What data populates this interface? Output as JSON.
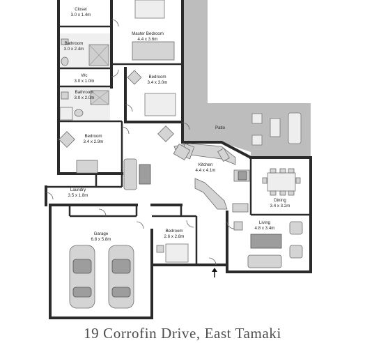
{
  "rooms": {
    "closet": {
      "name": "Closet",
      "dims": "3.0 x 1.4m"
    },
    "master_bedroom": {
      "name": "Master Bedroom",
      "dims": "4.4 x 3.6m"
    },
    "bathroom_1": {
      "name": "Bathroom",
      "dims": "3.0 x 2.4m"
    },
    "wc": {
      "name": "Wc",
      "dims": "3.0 x 1.0m"
    },
    "bedroom_2": {
      "name": "Bedroom",
      "dims": "3.4 x 3.0m"
    },
    "bathroom_2": {
      "name": "Bathroom",
      "dims": "3.0 x 2.0m"
    },
    "patio": {
      "name": "Patio",
      "dims": ""
    },
    "bedroom_3": {
      "name": "Bedroom",
      "dims": "3.4 x 2.9m"
    },
    "kitchen": {
      "name": "Kitchen",
      "dims": "4.4 x 4.1m"
    },
    "laundry": {
      "name": "Laundry",
      "dims": "3.5 x 1.8m"
    },
    "dining": {
      "name": "Dining",
      "dims": "3.4 x 3.2m"
    },
    "garage": {
      "name": "Garage",
      "dims": "6.8 x 5.8m"
    },
    "bedroom_4": {
      "name": "Bedroom",
      "dims": "2.6 x 2.8m"
    },
    "living": {
      "name": "Living",
      "dims": "4.8 x 3.4m"
    }
  },
  "caption": "19 Corrofin Drive, East Tamaki",
  "colors": {
    "wall": "#2a2a2a",
    "patio": "#bdbdbd",
    "furniture": "#d4d4d4",
    "caption": "#4d4d4d"
  }
}
